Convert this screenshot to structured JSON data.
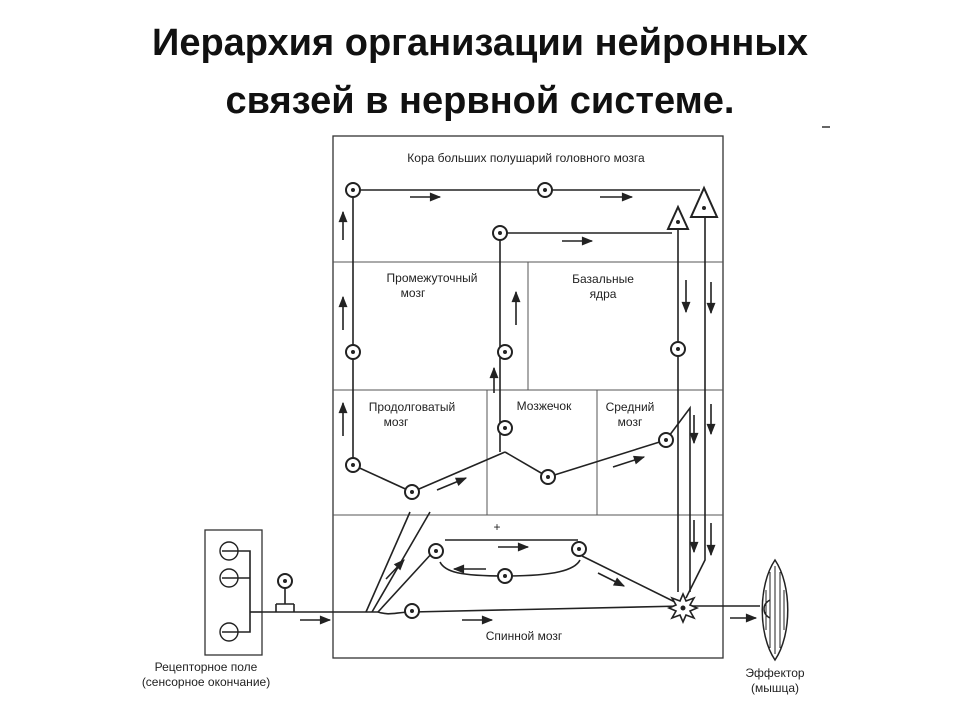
{
  "title": {
    "line1": "Иерархия организации нейронных",
    "line2": "связей в нервной системе."
  },
  "regions": {
    "cortex": "Кора больших полушарий головного мозга",
    "diencephalon": [
      "Промежуточный",
      "мозг"
    ],
    "basal_ganglia": [
      "Базальные",
      "ядра"
    ],
    "medulla": [
      "Продолговатый",
      "мозг"
    ],
    "cerebellum": "Мозжечок",
    "midbrain": [
      "Средний",
      "мозг"
    ],
    "spinal_cord": "Спинной мозг"
  },
  "receptor_field": [
    "Рецепторное поле",
    "(сенсорное окончание)"
  ],
  "effector": [
    "Эффектор",
    "(мышца)"
  ],
  "stray_marks": {
    "plus": "+"
  },
  "colors": {
    "ink": "#222222",
    "background": "#ffffff"
  }
}
